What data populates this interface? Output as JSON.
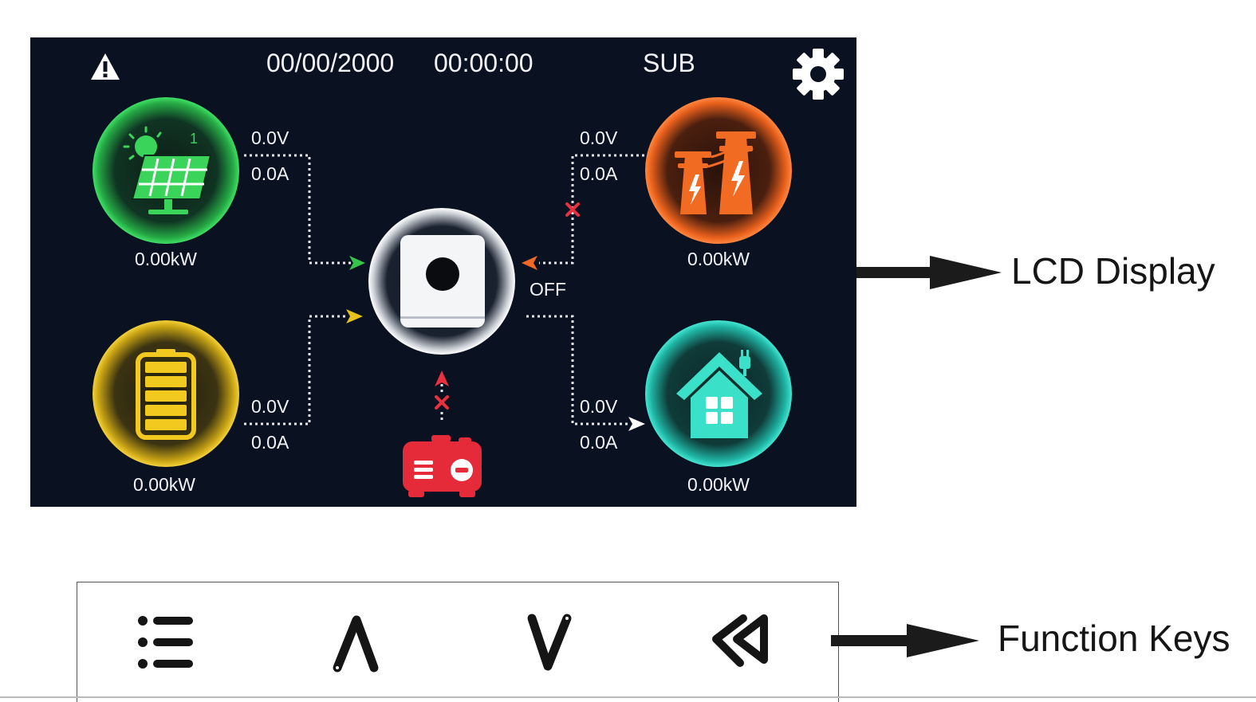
{
  "lcd": {
    "date": "00/00/2000",
    "time": "00:00:00",
    "mode": "SUB",
    "pv": {
      "voltage": "0.0V",
      "current": "0.0A",
      "power": "0.00kW",
      "string_index": "1"
    },
    "battery": {
      "voltage": "0.0V",
      "current": "0.0A",
      "power": "0.00kW"
    },
    "grid": {
      "voltage": "0.0V",
      "current": "0.0A",
      "power": "0.00kW",
      "status": "OFF"
    },
    "load": {
      "voltage": "0.0V",
      "current": "0.0A",
      "power": "0.00kW"
    }
  },
  "labels": {
    "lcd_display": "LCD Display",
    "function_keys": "Function Keys"
  },
  "colors": {
    "screen_bg": "#0a1120",
    "pv_green": "#2fbf4f",
    "battery_yellow": "#e9c21f",
    "grid_orange": "#ef6a24",
    "load_teal": "#25c8b3",
    "generator_red": "#e52a3a",
    "fault_red": "#e8303f"
  },
  "icons": {
    "warning": "warning-icon",
    "settings": "gear-icon",
    "pv": "solar-panel-icon",
    "battery": "battery-icon",
    "grid": "power-tower-icon",
    "load": "house-icon",
    "inverter": "inverter-icon",
    "generator": "generator-icon",
    "menu_key": "menu-list-icon",
    "up_key": "chevron-up-icon",
    "down_key": "chevron-down-icon",
    "back_key": "back-return-icon"
  }
}
